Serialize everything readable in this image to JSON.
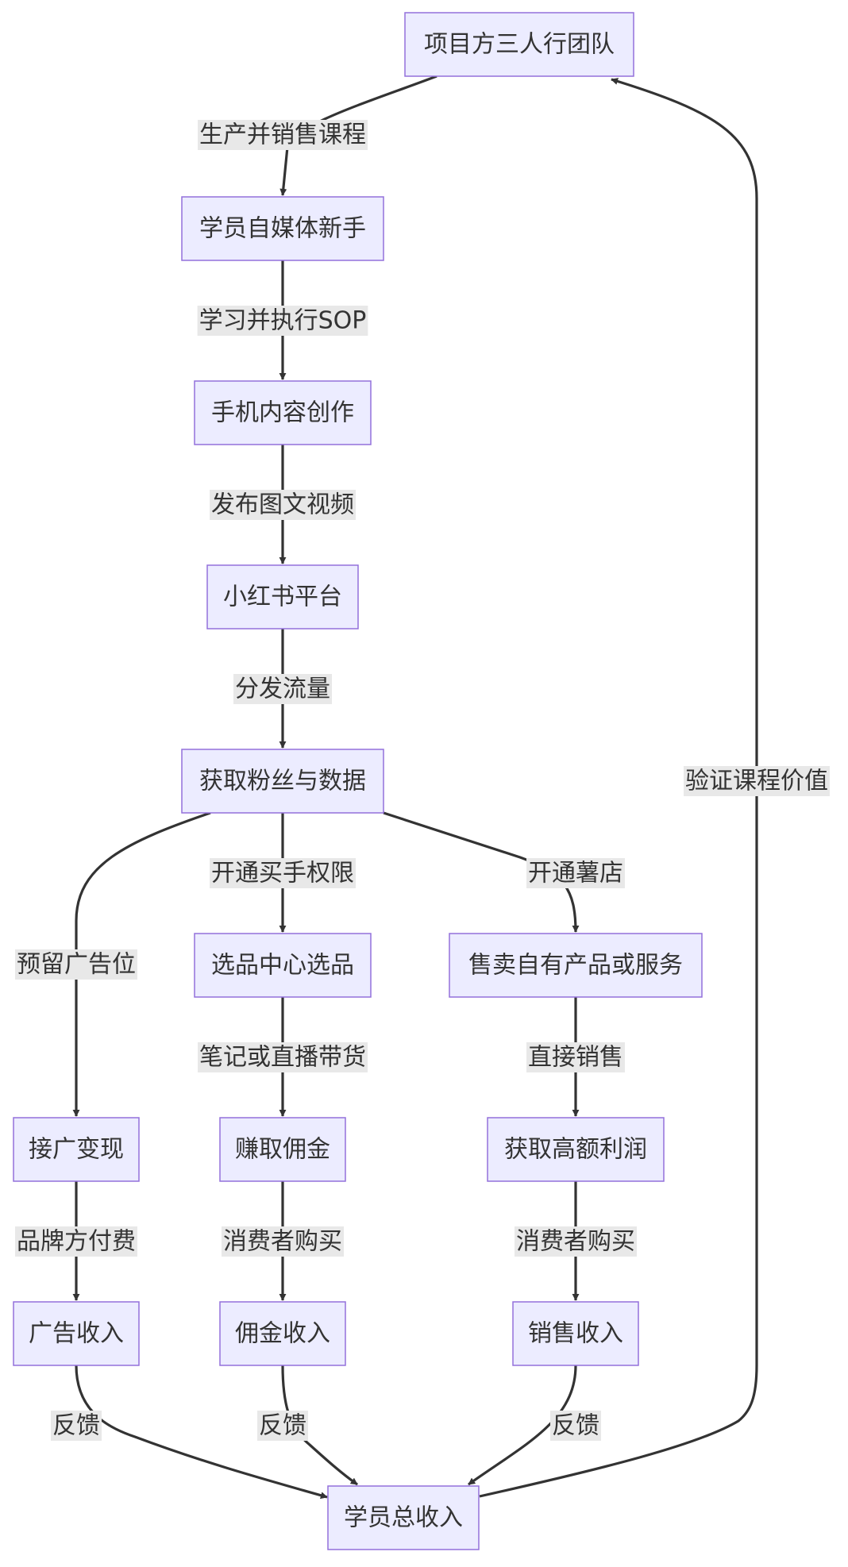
{
  "colors": {
    "node_fill": "#ececff",
    "node_stroke": "#9370db",
    "edge": "#333333",
    "label_bg": "#e8e8e8",
    "text": "#333333"
  },
  "nodes": [
    {
      "id": "team",
      "label": "项目方三人行团队"
    },
    {
      "id": "student",
      "label": "学员自媒体新手"
    },
    {
      "id": "create",
      "label": "手机内容创作"
    },
    {
      "id": "xhs",
      "label": "小红书平台"
    },
    {
      "id": "fans",
      "label": "获取粉丝与数据"
    },
    {
      "id": "select",
      "label": "选品中心选品"
    },
    {
      "id": "sellown",
      "label": "售卖自有产品或服务"
    },
    {
      "id": "ad",
      "label": "接广变现"
    },
    {
      "id": "commission",
      "label": "赚取佣金"
    },
    {
      "id": "profit",
      "label": "获取高额利润"
    },
    {
      "id": "adincome",
      "label": "广告收入"
    },
    {
      "id": "comincome",
      "label": "佣金收入"
    },
    {
      "id": "salesincome",
      "label": "销售收入"
    },
    {
      "id": "total",
      "label": "学员总收入"
    }
  ],
  "edges": [
    {
      "id": "e1",
      "from": "team",
      "to": "student",
      "label": "生产并销售课程"
    },
    {
      "id": "e2",
      "from": "student",
      "to": "create",
      "label": "学习并执行SOP"
    },
    {
      "id": "e3",
      "from": "create",
      "to": "xhs",
      "label": "发布图文视频"
    },
    {
      "id": "e4",
      "from": "xhs",
      "to": "fans",
      "label": "分发流量"
    },
    {
      "id": "e5",
      "from": "fans",
      "to": "ad",
      "label": "预留广告位"
    },
    {
      "id": "e6",
      "from": "fans",
      "to": "select",
      "label": "开通买手权限"
    },
    {
      "id": "e7",
      "from": "fans",
      "to": "sellown",
      "label": "开通薯店"
    },
    {
      "id": "e8",
      "from": "select",
      "to": "commission",
      "label": "笔记或直播带货"
    },
    {
      "id": "e9",
      "from": "sellown",
      "to": "profit",
      "label": "直接销售"
    },
    {
      "id": "e10",
      "from": "ad",
      "to": "adincome",
      "label": "品牌方付费"
    },
    {
      "id": "e11",
      "from": "commission",
      "to": "comincome",
      "label": "消费者购买"
    },
    {
      "id": "e12",
      "from": "profit",
      "to": "salesincome",
      "label": "消费者购买"
    },
    {
      "id": "e13",
      "from": "adincome",
      "to": "total",
      "label": "反馈"
    },
    {
      "id": "e14",
      "from": "comincome",
      "to": "total",
      "label": "反馈"
    },
    {
      "id": "e15",
      "from": "salesincome",
      "to": "total",
      "label": "反馈"
    },
    {
      "id": "e16",
      "from": "total",
      "to": "team",
      "label": "验证课程价值"
    }
  ]
}
